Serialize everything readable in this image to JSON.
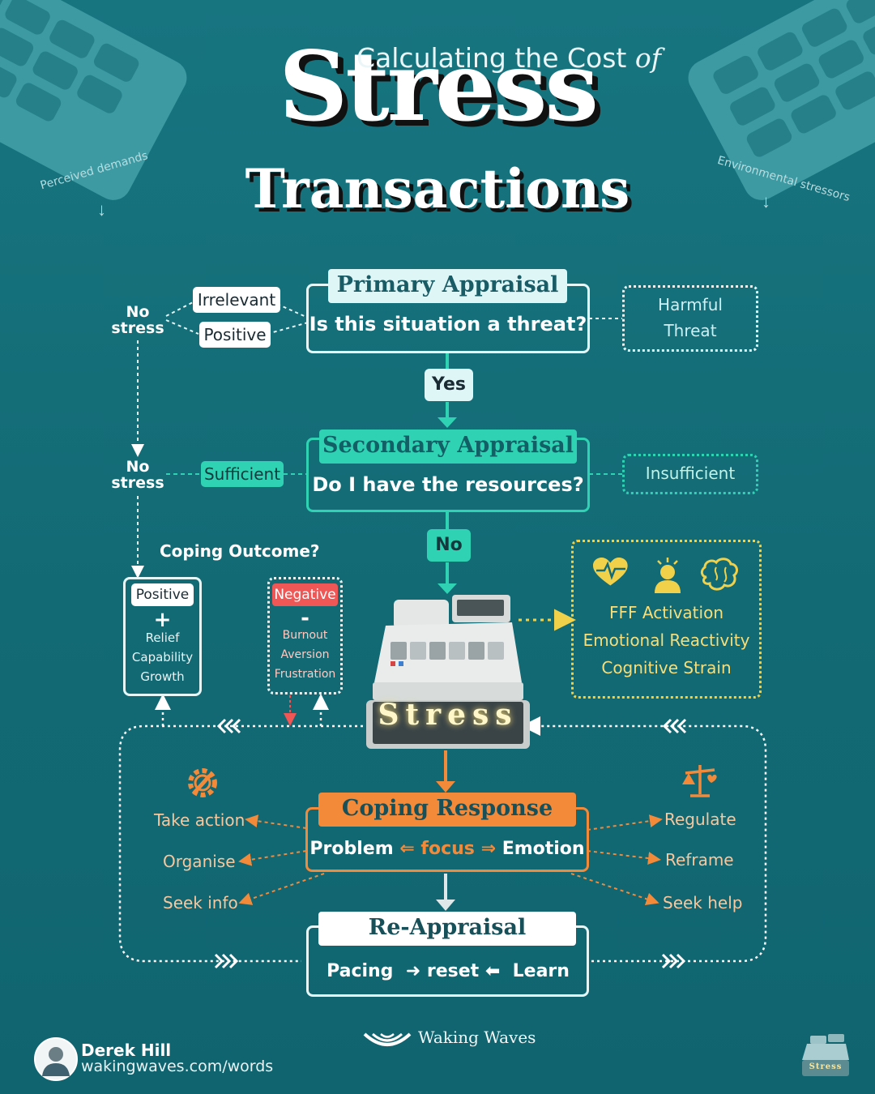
{
  "title": {
    "subtitle": "Calculating the Cost",
    "subtitle_of": "of",
    "main": "Stress",
    "second": "Transactions"
  },
  "corner_notes": {
    "left": "Perceived demands",
    "right": "Environmental stressors"
  },
  "primary": {
    "header": "Primary Appraisal",
    "question": "Is this situation a threat?",
    "left_options": [
      "Irrelevant",
      "Positive"
    ],
    "right_options": [
      "Harmful",
      "Threat"
    ]
  },
  "no_stress_label": "No stress",
  "yes_label": "Yes",
  "secondary": {
    "header": "Secondary Appraisal",
    "question": "Do I have the resources?",
    "left_option": "Sufficient",
    "right_option": "Insufficient"
  },
  "no_label": "No",
  "coping_outcome": {
    "title": "Coping Outcome?",
    "positive": {
      "label": "Positive",
      "sign": "+",
      "items": [
        "Relief",
        "Capability",
        "Growth"
      ]
    },
    "negative": {
      "label": "Negative",
      "sign": "-",
      "items": [
        "Burnout",
        "Aversion",
        "Frustration"
      ]
    }
  },
  "register_label": "Stress",
  "effects": [
    "FFF Activation",
    "Emotional Reactivity",
    "Cognitive Strain"
  ],
  "coping_response": {
    "header": "Coping Response",
    "problem": "Problem",
    "focus": "focus",
    "emotion": "Emotion",
    "problem_items": [
      "Take action",
      "Organise",
      "Seek info"
    ],
    "emotion_items": [
      "Regulate",
      "Reframe",
      "Seek help"
    ]
  },
  "reappraisal": {
    "header": "Re-Appraisal",
    "left": "Pacing",
    "mid": "reset",
    "right": "Learn"
  },
  "footer": {
    "name": "Derek Hill",
    "url": "wakingwaves.com/words",
    "brand": "Waking Waves",
    "mini_register": "Stress"
  },
  "colors": {
    "background": "#146b75",
    "teal_accent": "#2fd3b4",
    "orange_accent": "#f28a3a",
    "yellow_accent": "#f1d14a",
    "negative_red": "#ef5656"
  }
}
